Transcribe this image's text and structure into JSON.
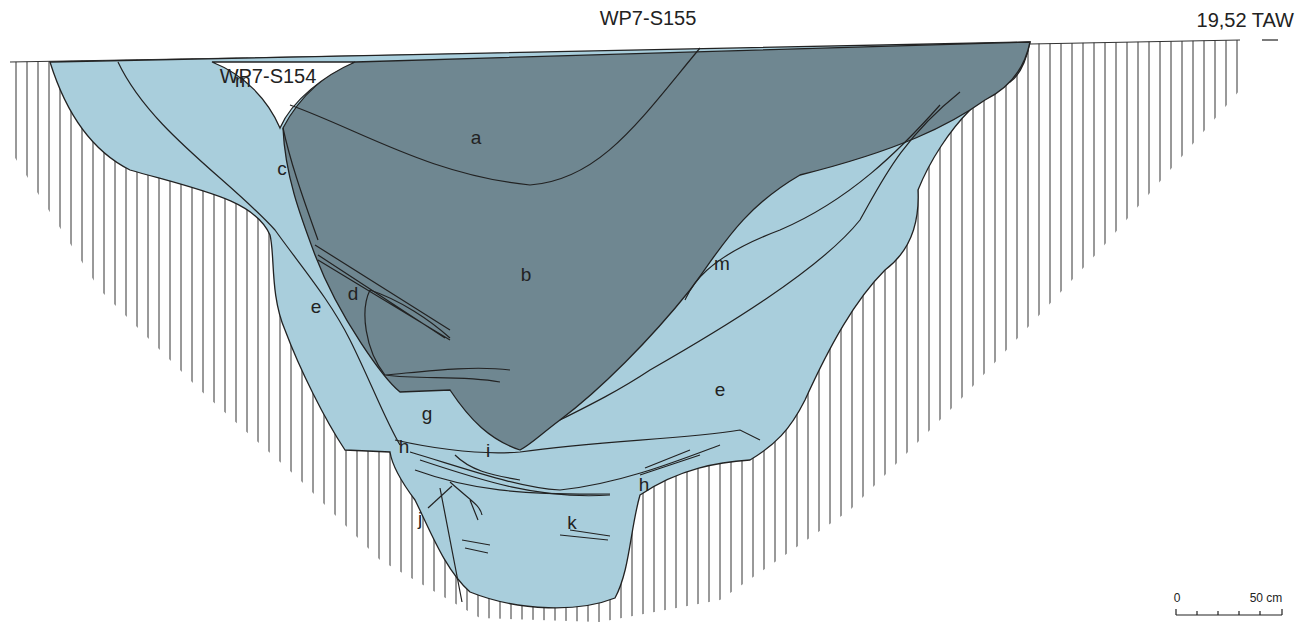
{
  "diagram": {
    "labels": [
      "WP7-S155",
      "WP7-S154",
      "19,52 TAW",
      "a",
      "m",
      "c",
      "m",
      "b",
      "d",
      "e",
      "e",
      "g",
      "h",
      "i",
      "h",
      "j",
      "k",
      "0",
      "50 cm"
    ]
  }
}
